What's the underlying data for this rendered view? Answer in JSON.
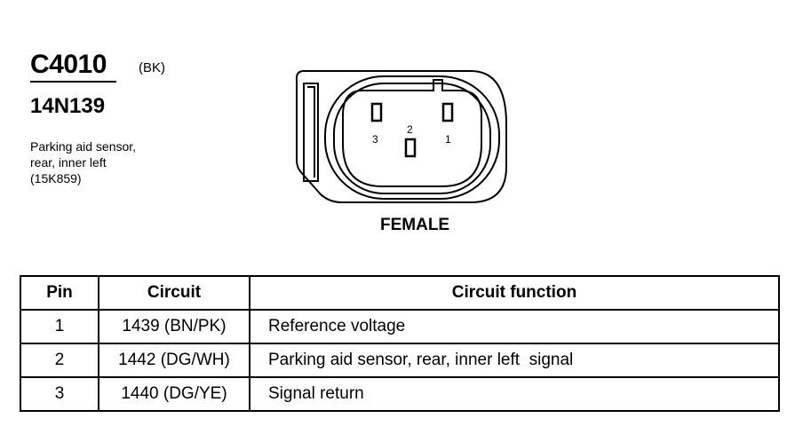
{
  "connector": {
    "code": "C4010",
    "color": "(BK)",
    "part_number": "14N139",
    "description": [
      "Parking aid sensor,",
      "rear, inner left",
      "(15K859)"
    ],
    "view_label": "FEMALE",
    "pin_labels": [
      "3",
      "2",
      "1"
    ]
  },
  "table": {
    "headers": [
      "Pin",
      "Circuit",
      "Circuit function"
    ],
    "rows": [
      {
        "pin": "1",
        "circuit": "1439 (BN/PK)",
        "function": "Reference voltage"
      },
      {
        "pin": "2",
        "circuit": "1442 (DG/WH)",
        "function": "Parking aid sensor, rear, inner left  signal"
      },
      {
        "pin": "3",
        "circuit": "1440 (DG/YE)",
        "function": "Signal return"
      }
    ]
  }
}
